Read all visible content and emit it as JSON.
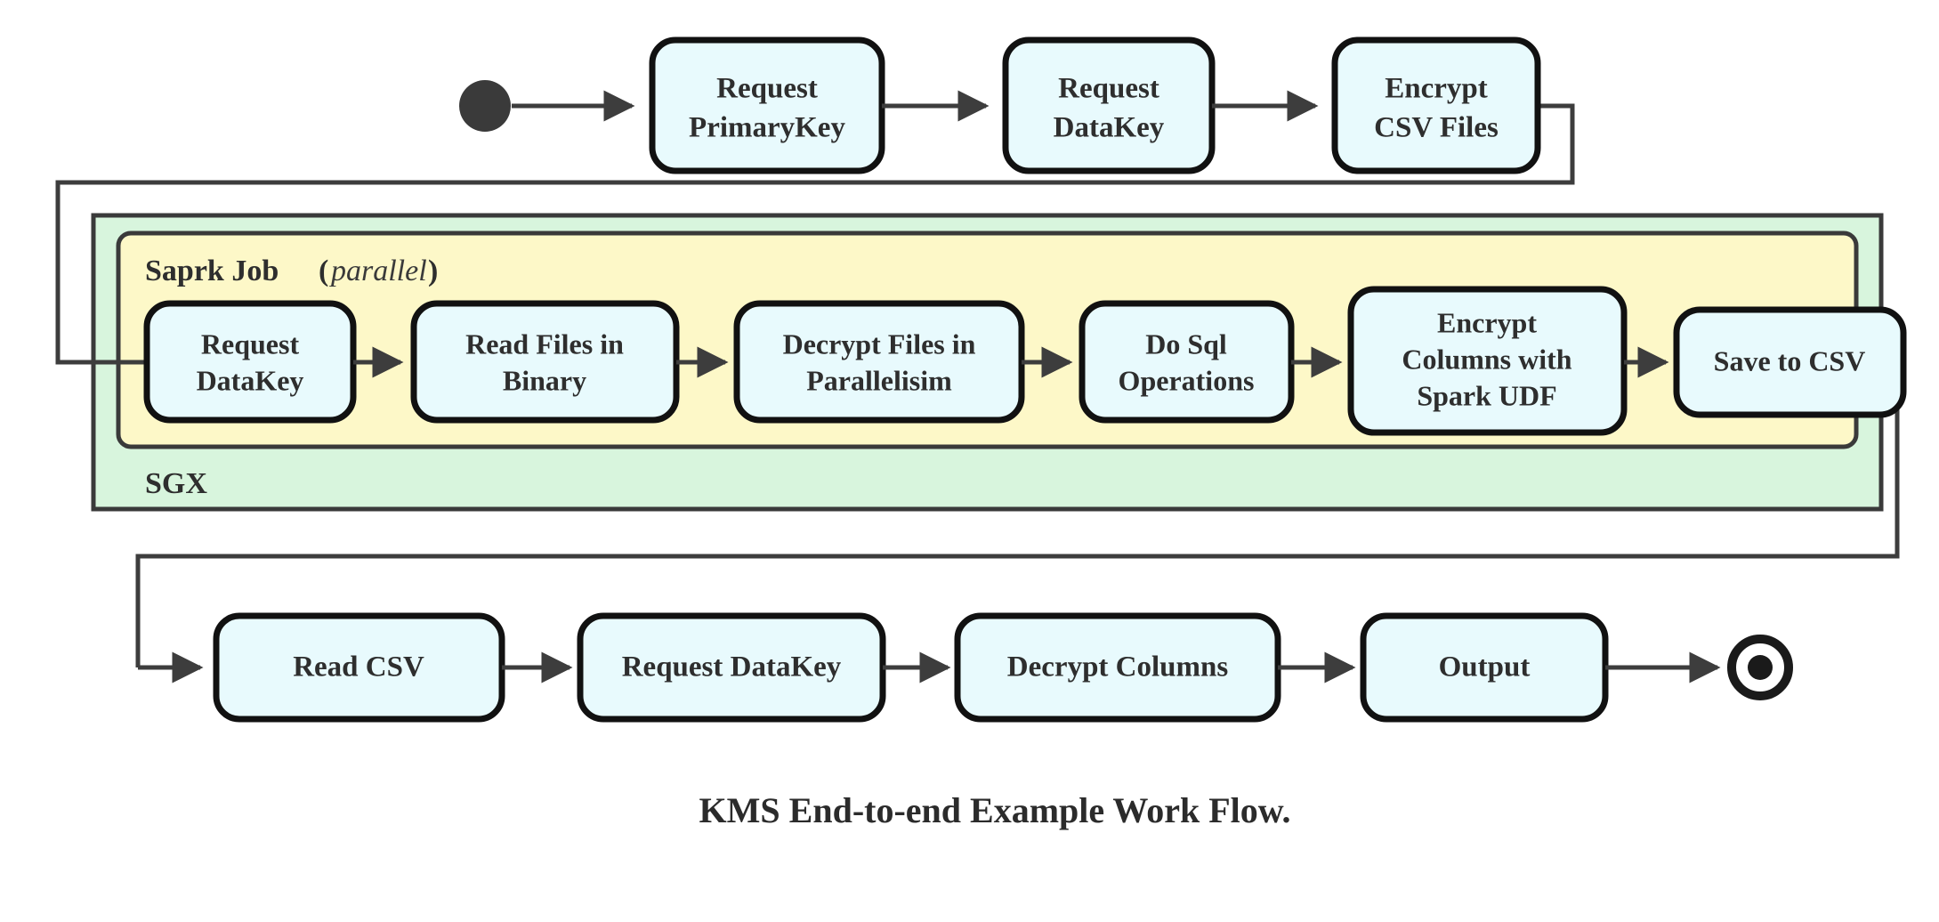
{
  "diagram": {
    "caption": "KMS End-to-end Example Work Flow.",
    "colors": {
      "node_fill": "#e8fafd",
      "node_stroke": "#111111",
      "sgx_fill": "#d8f5dd",
      "spark_fill": "#fdf8c8",
      "container_stroke": "#3a3a3a",
      "edge_stroke": "#3d3d3d",
      "text": "#2e2e2e",
      "background": "#ffffff"
    },
    "start_marker": {
      "name": "start-node",
      "shape": "filled-circle"
    },
    "end_marker": {
      "name": "end-node",
      "shape": "ring-with-filled-circle"
    },
    "groups": [
      {
        "id": "sgx",
        "label": "SGX",
        "label_position": "bottom-left",
        "fill": "#d8f5dd"
      },
      {
        "id": "spark-job",
        "label": "Saprk Job",
        "label_suffix_open": "(",
        "label_suffix_italic": "parallel",
        "label_suffix_close": ")",
        "label_position": "top-left",
        "fill": "#fdf8c8"
      }
    ],
    "rows": [
      {
        "id": "top-row",
        "nodes": [
          {
            "id": "request-primarykey",
            "lines": [
              "Request",
              "PrimaryKey"
            ]
          },
          {
            "id": "request-datakey-top",
            "lines": [
              "Request",
              "DataKey"
            ]
          },
          {
            "id": "encrypt-csv-files",
            "lines": [
              "Encrypt",
              "CSV Files"
            ]
          }
        ]
      },
      {
        "id": "spark-row",
        "nodes": [
          {
            "id": "request-datakey-spark",
            "lines": [
              "Request",
              "DataKey"
            ]
          },
          {
            "id": "read-files-in-binary",
            "lines": [
              "Read Files in",
              "Binary"
            ]
          },
          {
            "id": "decrypt-files-in-parallelisim",
            "lines": [
              "Decrypt Files in",
              "Parallelisim"
            ]
          },
          {
            "id": "do-sql-operations",
            "lines": [
              "Do Sql",
              "Operations"
            ]
          },
          {
            "id": "encrypt-columns-with-spark-udf",
            "lines": [
              "Encrypt",
              "Columns with",
              "Spark UDF"
            ]
          },
          {
            "id": "save-to-csv",
            "lines": [
              "Save to CSV"
            ]
          }
        ]
      },
      {
        "id": "bottom-row",
        "nodes": [
          {
            "id": "read-csv",
            "lines": [
              "Read CSV"
            ]
          },
          {
            "id": "request-datakey-bottom",
            "lines": [
              "Request DataKey"
            ]
          },
          {
            "id": "decrypt-columns",
            "lines": [
              "Decrypt Columns"
            ]
          },
          {
            "id": "output",
            "lines": [
              "Output"
            ]
          }
        ]
      }
    ],
    "edges": [
      {
        "id": "edge-start-to-request-primarykey",
        "type": "straight"
      },
      {
        "id": "edge-request-primarykey-to-request-datakey",
        "type": "straight"
      },
      {
        "id": "edge-request-datakey-to-encrypt-csv",
        "type": "straight"
      },
      {
        "id": "edge-encrypt-csv-to-spark-request-datakey",
        "type": "wrap-left"
      },
      {
        "id": "edge-spark-request-datakey-to-read-files",
        "type": "straight"
      },
      {
        "id": "edge-read-files-to-decrypt-files",
        "type": "straight"
      },
      {
        "id": "edge-decrypt-files-to-do-sql",
        "type": "straight"
      },
      {
        "id": "edge-do-sql-to-encrypt-columns",
        "type": "straight"
      },
      {
        "id": "edge-encrypt-columns-to-save-csv",
        "type": "straight"
      },
      {
        "id": "edge-save-csv-to-read-csv",
        "type": "wrap-right-down-left"
      },
      {
        "id": "edge-read-csv-to-request-datakey",
        "type": "straight"
      },
      {
        "id": "edge-request-datakey-to-decrypt-columns",
        "type": "straight"
      },
      {
        "id": "edge-decrypt-columns-to-output",
        "type": "straight"
      },
      {
        "id": "edge-output-to-end",
        "type": "straight"
      }
    ]
  }
}
